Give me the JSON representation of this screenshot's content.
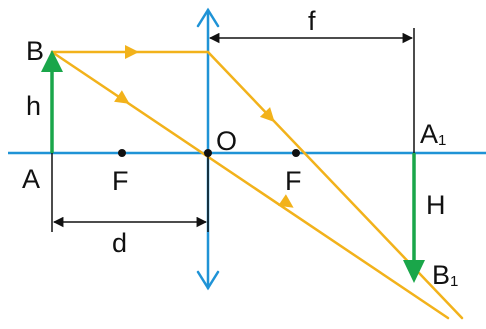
{
  "labels": {
    "object_top": "B",
    "object_base": "A",
    "object_height": "h",
    "focus_left": "F",
    "optical_center": "O",
    "focus_right": "F",
    "image_base_letter": "A",
    "image_base_subscript": "1",
    "image_top_letter": "B",
    "image_top_subscript": "1",
    "image_height": "H",
    "object_distance": "d",
    "image_distance": "f"
  },
  "colors": {
    "axis": "#1f93d6",
    "lens": "#1f93d6",
    "rays": "#f2b21b",
    "arrows": "#1aa64a",
    "dimension_lines": "#111111",
    "text": "#111111"
  }
}
